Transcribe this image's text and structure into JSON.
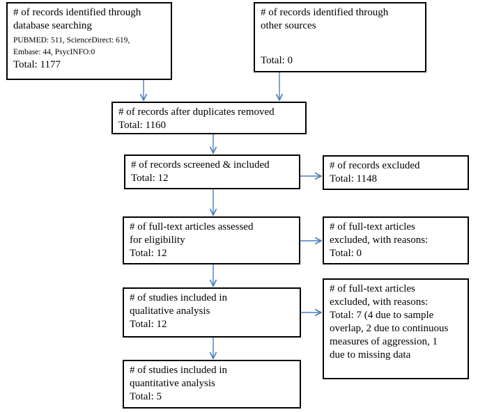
{
  "box_db": {
    "line1": "# of records identified through",
    "line2": "database searching",
    "detail1": "PUBMED: 511, ScienceDirect: 619,",
    "detail2": "Embase: 44, PsycINFO:0",
    "total": "Total: 1177"
  },
  "box_other": {
    "line1": "# of records identified through",
    "line2": "other sources",
    "total": "Total: 0"
  },
  "box_dup": {
    "line1": "# of records after duplicates removed",
    "total": "Total: 1160"
  },
  "box_screened": {
    "line1": "# of records screened & included",
    "total": "Total: 12"
  },
  "box_excluded": {
    "line1": "# of records excluded",
    "total": "Total: 1148"
  },
  "box_fulltext": {
    "line1": "# of full-text articles assessed",
    "line2": "for eligibility",
    "total": "Total: 12"
  },
  "box_ft_excluded": {
    "line1": "# of full-text articles",
    "line2": "excluded, with reasons:",
    "total": "Total: 0"
  },
  "box_qualitative": {
    "line1": "# of studies included in",
    "line2": "qualitative analysis",
    "total": "Total: 12"
  },
  "box_ft_excluded2": {
    "line1": "# of full-text articles",
    "line2": "excluded, with reasons:",
    "line3": "Total: 7 (4 due to sample",
    "line4": "overlap, 2 due to continuous",
    "line5": "measures of aggression, 1",
    "line6": "due to missing data"
  },
  "box_quantitative": {
    "line1": "# of studies included in",
    "line2": "quantitative analysis",
    "total": "Total: 5"
  },
  "colors": {
    "arrow": "#4a7ebb",
    "border": "#000000"
  }
}
